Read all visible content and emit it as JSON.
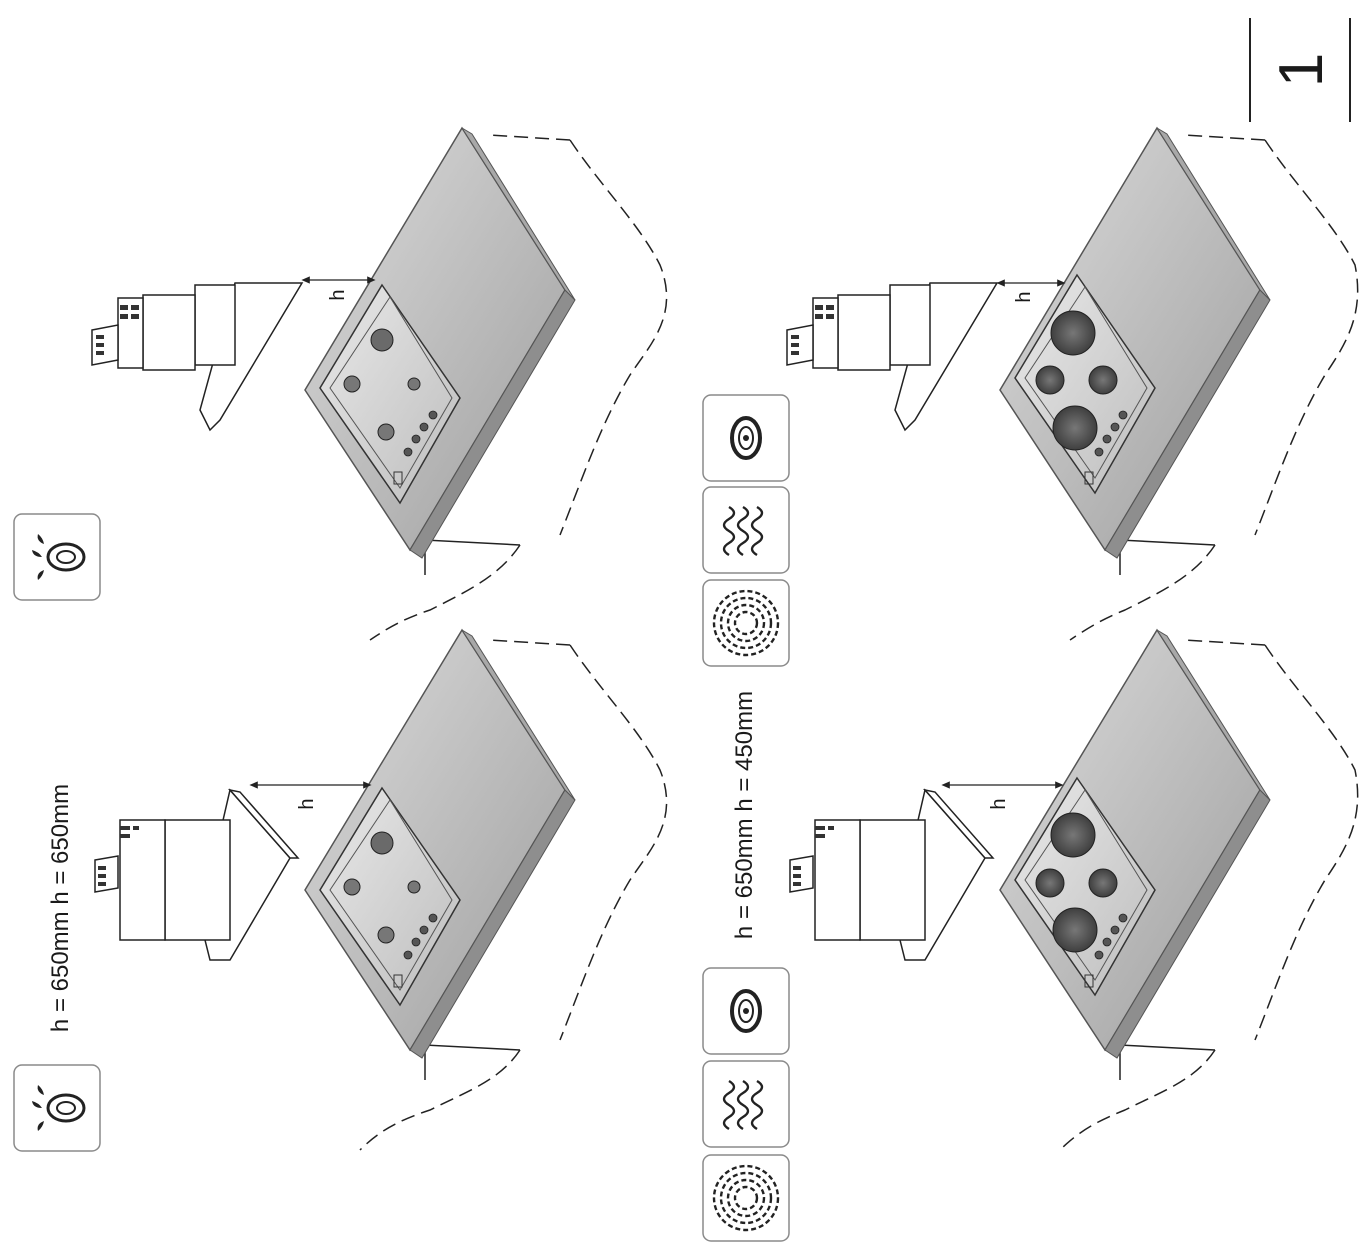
{
  "labels": {
    "top_pair": "h = 650mm h = 650mm",
    "bottom_pair": "h = 650mm h = 450mm",
    "clearance_symbol": "h"
  },
  "page_number": "1",
  "icons": {
    "gas": "gas-burner-icon",
    "electric_set": [
      "radiant-hob-icon",
      "coil-hob-icon",
      "solid-plate-icon"
    ]
  },
  "colors": {
    "worktop": "#b9b9b9",
    "worktop_edge": "#8e8e8e",
    "burner_dark": "#555555",
    "line": "#222222"
  }
}
